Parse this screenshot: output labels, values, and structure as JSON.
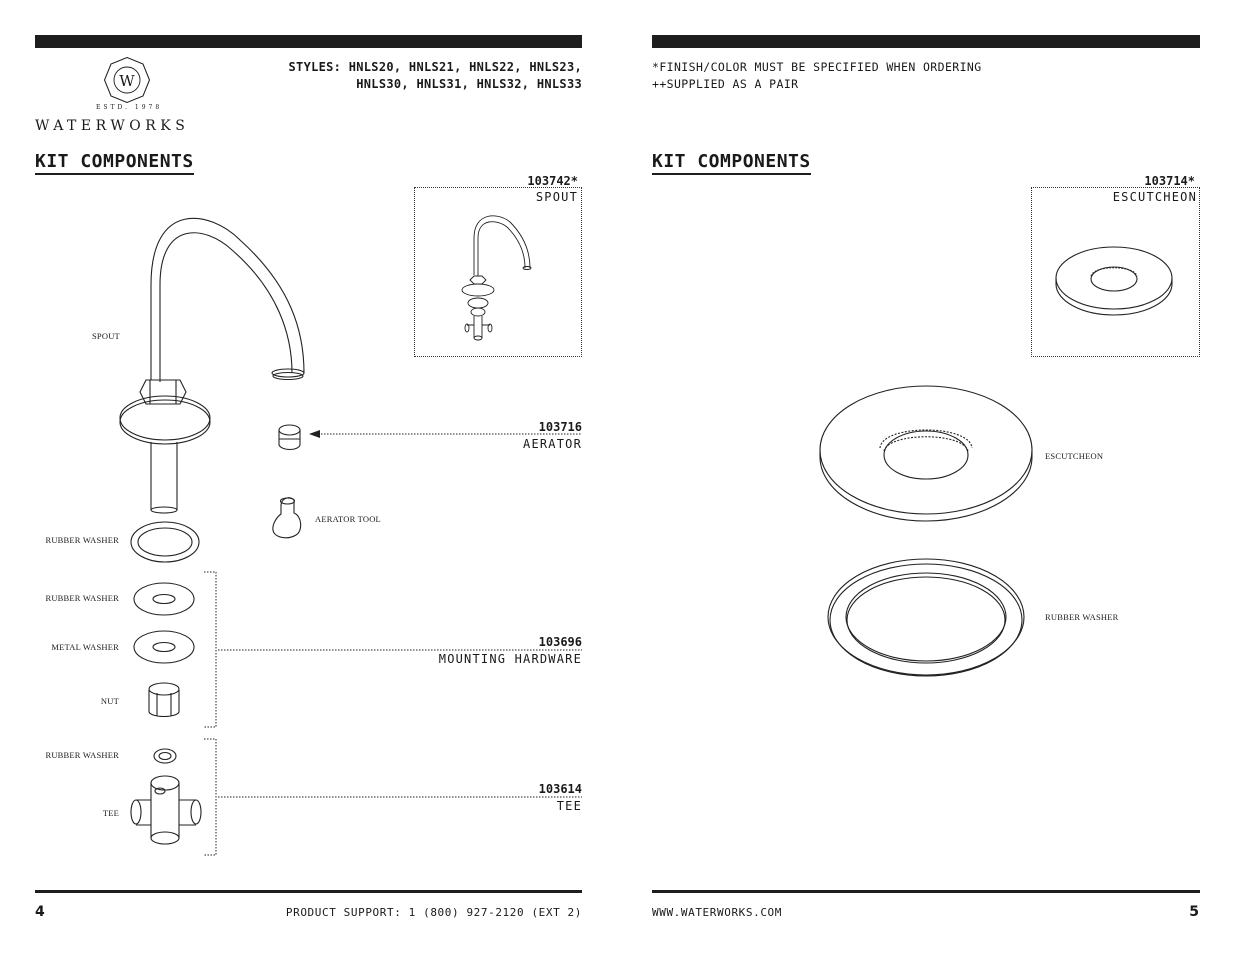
{
  "left_page": {
    "styles_line1": "STYLES: HNLS20, HNLS21, HNLS22, HNLS23,",
    "styles_line2": "HNLS30, HNLS31, HNLS32, HNLS33",
    "logo_est": "ESTD. 1978",
    "logo_name": "WATERWORKS",
    "logo_letter": "W",
    "section_title": "KIT COMPONENTS",
    "parts": [
      {
        "number": "103742*",
        "name": "SPOUT"
      },
      {
        "number": "103716",
        "name": "AERATOR"
      },
      {
        "number": "103696",
        "name": "MOUNTING HARDWARE"
      },
      {
        "number": "103614",
        "name": "TEE"
      }
    ],
    "labels": {
      "spout": "SPOUT",
      "rubber_washer_1": "RUBBER WASHER",
      "rubber_washer_2": "RUBBER WASHER",
      "metal_washer": "METAL WASHER",
      "nut": "NUT",
      "rubber_washer_3": "RUBBER WASHER",
      "tee": "TEE",
      "aerator_tool": "AERATOR TOOL"
    },
    "page_number": "4",
    "footer": "PRODUCT SUPPORT: 1 (800) 927-2120 (EXT 2)"
  },
  "right_page": {
    "note_finish": "*FINISH/COLOR MUST BE SPECIFIED WHEN ORDERING",
    "note_pair": "++SUPPLIED AS A PAIR",
    "section_title": "KIT COMPONENTS",
    "parts": [
      {
        "number": "103714*",
        "name": "ESCUTCHEON"
      }
    ],
    "labels": {
      "escutcheon": "ESCUTCHEON",
      "rubber_washer": "RUBBER WASHER"
    },
    "footer": "WWW.WATERWORKS.COM",
    "page_number": "5"
  }
}
